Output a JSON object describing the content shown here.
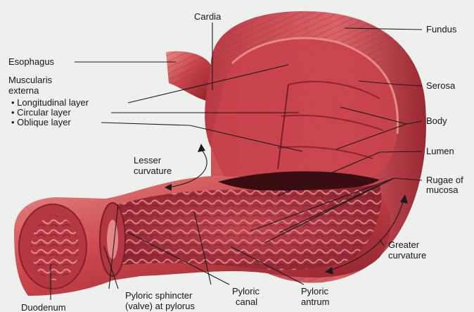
{
  "labels": {
    "cardia": "Cardia",
    "fundus": "Fundus",
    "esophagus": "Esophagus",
    "muscularis_line1": "Muscularis",
    "muscularis_line2": "externa",
    "longitudinal": "• Longitudinal layer",
    "circular": "• Circular layer",
    "oblique": "• Oblique layer",
    "serosa": "Serosa",
    "body": "Body",
    "lesser_line1": "Lesser",
    "lesser_line2": "curvature",
    "lumen": "Lumen",
    "rugae_line1": "Rugae of",
    "rugae_line2": "mucosa",
    "greater_line1": "Greater",
    "greater_line2": "curvature",
    "pyloric_sphincter_line1": "Pyloric sphincter",
    "pyloric_sphincter_line2": "(valve) at pylorus",
    "pyloric_canal_line1": "Pyloric",
    "pyloric_canal_line2": "canal",
    "pyloric_antrum_line1": "Pyloric",
    "pyloric_antrum_line2": "antrum",
    "duodenum": "Duodenum"
  },
  "colors": {
    "background": "#eef0ee",
    "muscle": "#c8444a",
    "muscle_dark": "#8a1f29",
    "muscle_light": "#e57b7b",
    "mucosa": "#a8323c",
    "lumen": "#3a0d12"
  }
}
